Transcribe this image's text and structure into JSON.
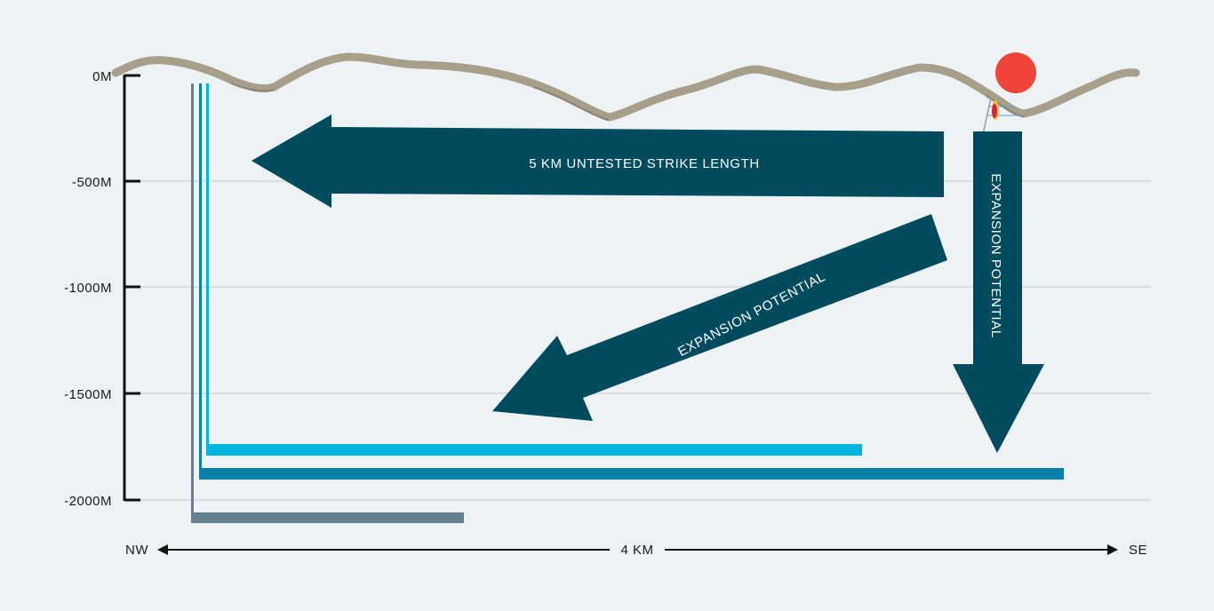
{
  "y_axis": {
    "ticks": [
      "0M",
      "-500M",
      "-1000M",
      "-1500M",
      "-2000M"
    ]
  },
  "arrows": {
    "strike": "5 KM UNTESTED STRIKE LENGTH",
    "down": "EXPANSION POTENTIAL",
    "diagonal": "EXPANSION POTENTIAL"
  },
  "scale": {
    "left": "NW",
    "right": "SE",
    "distance": "4 KM"
  },
  "colors": {
    "background": "#edf2f5",
    "arrow": "#004c5e",
    "hole_grey": "#647f8e",
    "hole_blue": "#0a80a8",
    "hole_cyan": "#00b4e0",
    "deposit_marker": "#f04438",
    "terrain": "#a89f8a"
  }
}
